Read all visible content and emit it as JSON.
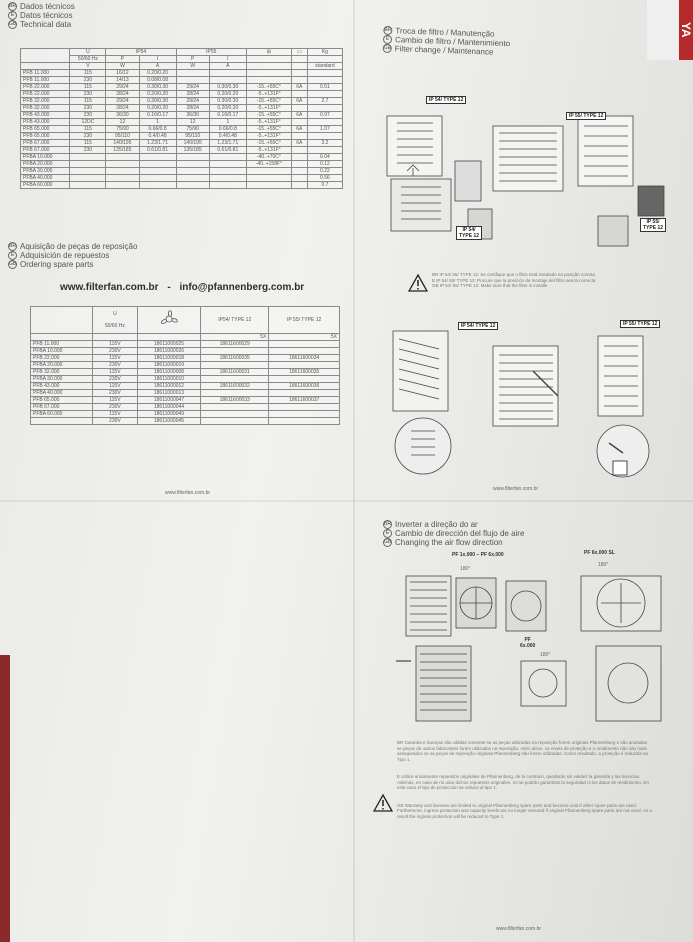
{
  "header_left": {
    "lines": [
      {
        "flag": "BR",
        "text": "Dados técnicos"
      },
      {
        "flag": "E",
        "text": "Datos técnicos"
      },
      {
        "flag": "GB",
        "text": "Technical data"
      }
    ]
  },
  "header_right": {
    "lines": [
      {
        "flag": "BR",
        "text": "Troca de filtro / Manutenção"
      },
      {
        "flag": "E",
        "text": "Cambio de filtro / Mantenimiento"
      },
      {
        "flag": "GB",
        "text": "Filter change / Maintenance"
      }
    ]
  },
  "tech_table": {
    "col_u": "U",
    "col_hz": "50/60 Hz",
    "col_v": "V",
    "col_ip54": "IP54",
    "col_ip55": "IP55",
    "col_p": "P",
    "col_i": "I",
    "col_w": "W",
    "col_a": "A",
    "col_kg": "Kg",
    "col_standard": "standard",
    "rows": [
      [
        "PFB 11.000",
        "115",
        "16/12",
        "0.20/0.20",
        "",
        "",
        "",
        "",
        "",
        ""
      ],
      [
        "PFB 11.000",
        "230",
        "14/13",
        "0.08/0.08",
        "",
        "",
        "",
        "",
        "",
        ""
      ],
      [
        "PFB 22.000",
        "115",
        "29/24",
        "0.30/0.30",
        "29/24",
        "0.30/0.30",
        "-15..+55C°",
        "6A",
        "0.51",
        ""
      ],
      [
        "PFB 22.000",
        "230",
        "28/24",
        "0.20/0.20",
        "28/24",
        "0.20/0.20",
        "-5..+131F°",
        "",
        "",
        ""
      ],
      [
        "PFB 32.000",
        "115",
        "29/24",
        "0.30/0.30",
        "29/24",
        "0.30/0.30",
        "-15..+55C°",
        "6A",
        "2.7",
        ""
      ],
      [
        "PFB 32.000",
        "230",
        "28/24",
        "0.20/0.20",
        "28/24",
        "0.20/0.20",
        "-5..+131F°",
        "",
        "",
        ""
      ],
      [
        "PFB 43.000",
        "230",
        "36/30",
        "0.16/0.17",
        "36/30",
        "0.16/0.17",
        "-15..+55C°",
        "6A",
        "0.97",
        ""
      ],
      [
        "PFB 43.000",
        "12DC",
        "12",
        "1",
        "12",
        "1",
        "-5..+131F°",
        "",
        "",
        ""
      ],
      [
        "PFB 65.000",
        "115",
        "75/90",
        "0.66/0.8",
        "75/90",
        "0.66/0.8",
        "-15..+55C°",
        "6A",
        "1.07",
        ""
      ],
      [
        "PFB 65.000",
        "230",
        "95/110",
        "0.4/0.48",
        "95/110",
        "0.4/0.48",
        "-5..+131F°",
        "",
        "",
        ""
      ],
      [
        "PFB 67.000",
        "115",
        "140/195",
        "1.23/1.71",
        "140/195",
        "1.23/1.71",
        "-15..+55C°",
        "6A",
        "3.2",
        ""
      ],
      [
        "PFB 67.000",
        "230",
        "135/185",
        "0.61/0.81",
        "135/185",
        "0.61/0.81",
        "-5..+131F°",
        "",
        "",
        ""
      ],
      [
        "PFBA 10.000",
        "",
        "",
        "",
        "",
        "",
        "-40..+70C°",
        "",
        "0.04",
        ""
      ],
      [
        "PFBA 20.000",
        "",
        "",
        "",
        "",
        "",
        "-40..+158F°",
        "",
        "0.12",
        ""
      ],
      [
        "PFBA 30.000",
        "",
        "",
        "",
        "",
        "",
        "",
        "",
        "0.22",
        ""
      ],
      [
        "PFBA 40.000",
        "",
        "",
        "",
        "",
        "",
        "",
        "",
        "0.56",
        ""
      ],
      [
        "PFBA 60.000",
        "",
        "",
        "",
        "",
        "",
        "",
        "",
        "0.7",
        ""
      ]
    ]
  },
  "spares_header": {
    "lines": [
      {
        "flag": "BR",
        "text": "Aquisição de peças de reposição"
      },
      {
        "flag": "E",
        "text": "Adquisición de repuestos"
      },
      {
        "flag": "GB",
        "text": "Ordering spare parts"
      }
    ]
  },
  "contacts": {
    "site": "www.filterfan.com.br",
    "sep": "-",
    "email": "info@pfannenberg.com.br"
  },
  "spares_table": {
    "col_u": "U",
    "col_hz": "50/60 Hz",
    "col_ip54": "IP54/ TYPE 12",
    "col_ip55": "IP 55/ TYPE 12",
    "col_5x_a": "5X",
    "col_5x_b": "5X",
    "rows": [
      [
        "PFB 11.000",
        "115V",
        "18611000025",
        "18611600029",
        ""
      ],
      [
        "PFBA 10.000",
        "230V",
        "18611000026",
        "",
        ""
      ],
      [
        "PFB 22.000",
        "115V",
        "18611000018",
        "18611600035",
        "18611600034"
      ],
      [
        "PFBA 20.000",
        "230V",
        "18611000019",
        "",
        ""
      ],
      [
        "PFB 32.000",
        "115V",
        "18611000008",
        "18611600031",
        "18611600035"
      ],
      [
        "PFBA 30.000",
        "230V",
        "18611000010",
        "",
        ""
      ],
      [
        "PFB 43.000",
        "115V",
        "18611000012",
        "18611600032",
        "18611600036"
      ],
      [
        "PFBA 40.000",
        "230V",
        "18611000013",
        "",
        ""
      ],
      [
        "PFB 65.000",
        "115V",
        "18611000047",
        "18611600033",
        "18611600037"
      ],
      [
        "PFB 67.000",
        "230V",
        "18611000044",
        "",
        ""
      ],
      [
        "PFBA 60.000",
        "115V",
        "18611000049",
        "",
        ""
      ],
      [
        "",
        "230V",
        "18611000045",
        "",
        ""
      ]
    ]
  },
  "footer_left": "www.filterfan.com.br",
  "filter_tags": {
    "ip54_top": "IP 54/ TYPE 12",
    "ip55_top": "IP 55/ TYPE 12",
    "ip54_small_1": "IP 54/",
    "ip54_small_2": "TYPE 12",
    "ip55_small_1": "IP 55/",
    "ip55_small_2": "TYPE 12",
    "ip54_mid": "IP 54/ TYPE 12",
    "ip55_mid": "IP 55/ TYPE 12"
  },
  "filter_notes": [
    "BR  IP 54/ 55/ TYPE 12: Se certifique que o filtro está instalado na posição correta",
    "E  IP 54/ 55/ TYPE 12: Procure que la posición de montaje del filtro sea la correcta",
    "GB  IP 54/ 55/ TYPE 12: Make sure that the filter is installe"
  ],
  "footer_right_mid": "www.filterfan.com.br",
  "airflow_header": {
    "lines": [
      {
        "flag": "BR",
        "text": "Inverter a direção do ar"
      },
      {
        "flag": "E",
        "text": "Cambio de dirección del flujo de aire"
      },
      {
        "flag": "GB",
        "text": "Changing the air flow direction"
      }
    ]
  },
  "airflow_labels": {
    "pf_left": "PF 1x.000 – PF 6x.000",
    "pf_right": "PF 6x.000 SL",
    "pf_mid_1": "PF",
    "pf_mid_2": "6x.000",
    "deg_a": "180°",
    "deg_b": "180°",
    "deg_c": "180°"
  },
  "warranty": [
    "BR  Garantia e licenças são válidas somente se as peças utilizadas na reposição forem originais Pfannenberg e são anuladas se peças de outros fabricantes forem utilizadas na reposição. Além disso, os níveis de proteção e o rendimento não são mais assegurados se as peças de reposição originais Pfannenberg não forem utilizadas. Como resultado, a proteção é reduzida ao Tipo 1.",
    "E  Utilice únicamente repuestos originales de Pfannenberg, de lo contrario, quedarán sin validez la garantía y las licencias. Además, en caso de no usar dichos repuestos originales, no se podrán garantizar la seguridad ni los datos de rendimiento. En este caso el tipo de protección se reduce al tipo 1.",
    "GB  Warranty and licenses are limited to original Pfannenberg spare parts and become void if other spare parts are used. Furthermore, ingress protection and capacity levels are no longer ensured if original Pfannenberg spare parts are not used. As a result the ingress protection will be reduced to Type 1."
  ],
  "footer_right_bottom": "www.filterfan.com.br",
  "edge_label": "YA"
}
